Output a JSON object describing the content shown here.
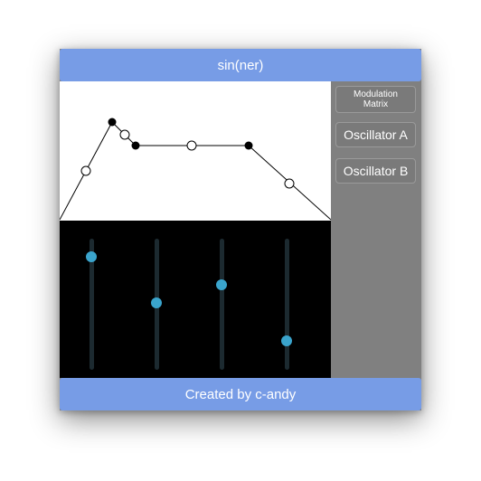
{
  "window": {
    "title": "sin(ner)",
    "footer": "Created by c-andy"
  },
  "sidebar": {
    "items": [
      {
        "label": "Modulation Matrix"
      },
      {
        "label": "Oscillator A"
      },
      {
        "label": "Oscillator B"
      }
    ]
  },
  "colors": {
    "header": "#779ce6",
    "panel": "#808080",
    "slider_track": "#1c2a30",
    "slider_knob": "#3aa4cc"
  },
  "sliders": [
    {
      "value": 0.86
    },
    {
      "value": 0.51
    },
    {
      "value": 0.65
    },
    {
      "value": 0.22
    }
  ]
}
